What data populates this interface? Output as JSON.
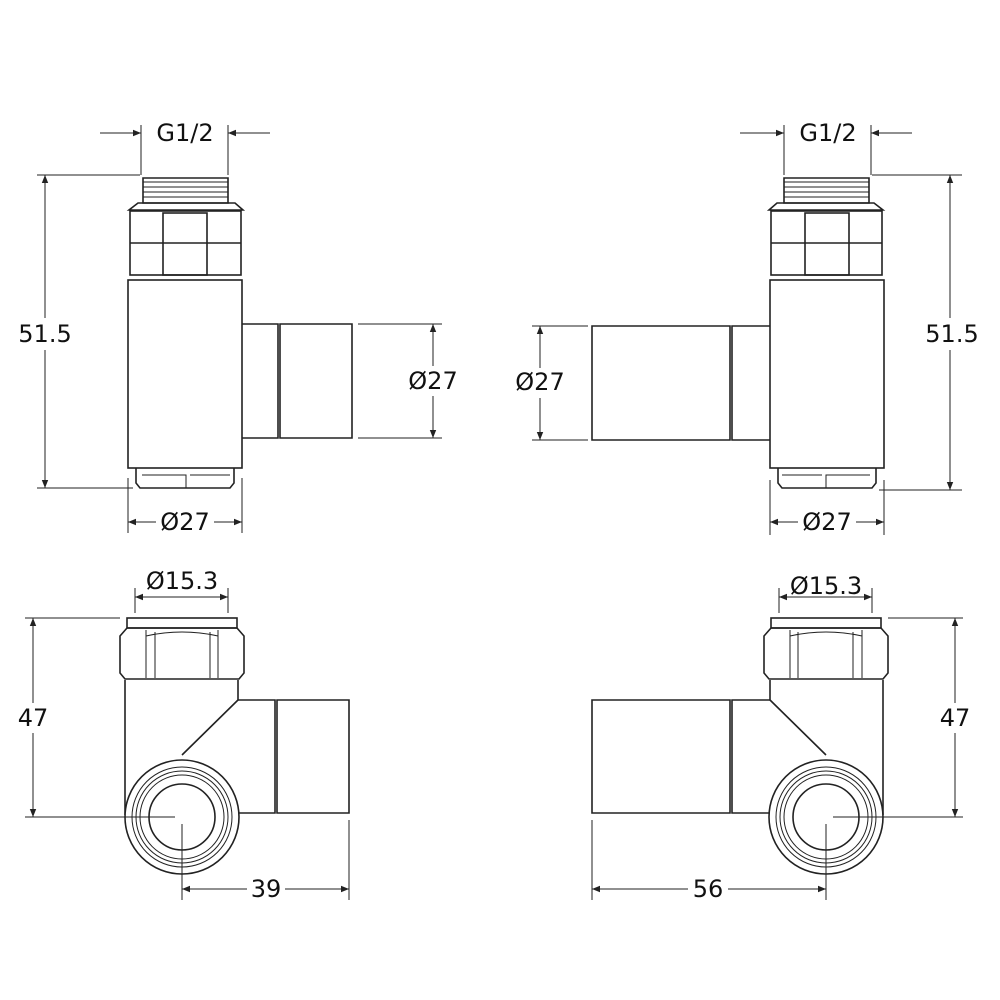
{
  "views": {
    "top_left": {
      "thread": "G1/2",
      "height": "51.5",
      "outlet_dia": "Ø27",
      "body_dia": "Ø27"
    },
    "top_right": {
      "thread": "G1/2",
      "height": "51.5",
      "outlet_dia": "Ø27",
      "body_dia": "Ø27"
    },
    "bottom_left": {
      "pipe_dia": "Ø15.3",
      "height": "47",
      "offset": "39"
    },
    "bottom_right": {
      "pipe_dia": "Ø15.3",
      "height": "47",
      "offset": "56"
    }
  }
}
